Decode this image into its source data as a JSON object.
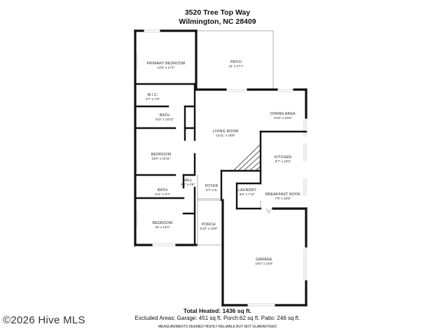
{
  "header": {
    "address_line1": "3520 Tree Top Way",
    "address_line2": "Wilmington, NC 28409"
  },
  "rooms": [
    {
      "name": "PRIMARY BEDROOM",
      "dims": "13'3\" x 17'2\""
    },
    {
      "name": "PATIO",
      "dims": "14' x 17'7\""
    },
    {
      "name": "W.I.C.",
      "dims": "4'7\" x 7'3\""
    },
    {
      "name": "BATH",
      "dims": "4'11\" x 10'11\""
    },
    {
      "name": "DINING AREA",
      "dims": "8'10\" x 10'8\""
    },
    {
      "name": "LIVING ROOM",
      "dims": "14'11\" x 18'8\""
    },
    {
      "name": "BEDROOM",
      "dims": "10'6\" x 10'11\""
    },
    {
      "name": "KITCHEN",
      "dims": "8'7\" x 10'3\""
    },
    {
      "name": "HALL",
      "dims": "3'3\" x 4'6\""
    },
    {
      "name": "FOYER",
      "dims": "5'7\" x 5'"
    },
    {
      "name": "BATH",
      "dims": "4'11\" x 6'7\""
    },
    {
      "name": "LAUNDRY",
      "dims": "5'5\" x 7'11\""
    },
    {
      "name": "BREAKFAST NOOK",
      "dims": "7'9\" x 10'5\""
    },
    {
      "name": "BEDROOM",
      "dims": "10' x 13'3\""
    },
    {
      "name": "PORCH",
      "dims": "5'10\" x 10'8\""
    },
    {
      "name": "GARAGE",
      "dims": "19'2\" x 21'8\""
    }
  ],
  "footer": {
    "total_heated": "Total Heated: 1436 sq ft.",
    "excluded_areas": "Excluded Areas: Garage: 451 sq ft. Porch:62 sq ft. Patio: 246 sq ft.",
    "disclaimer": "MEASUREMENTS DEEMED HIGHLY RELIABLE BUT NOT GUARANTEED"
  },
  "watermark": "©2026 Hive MLS",
  "colors": {
    "wall": "#111111",
    "thin_line": "#9a9a9a",
    "text": "#222222"
  }
}
